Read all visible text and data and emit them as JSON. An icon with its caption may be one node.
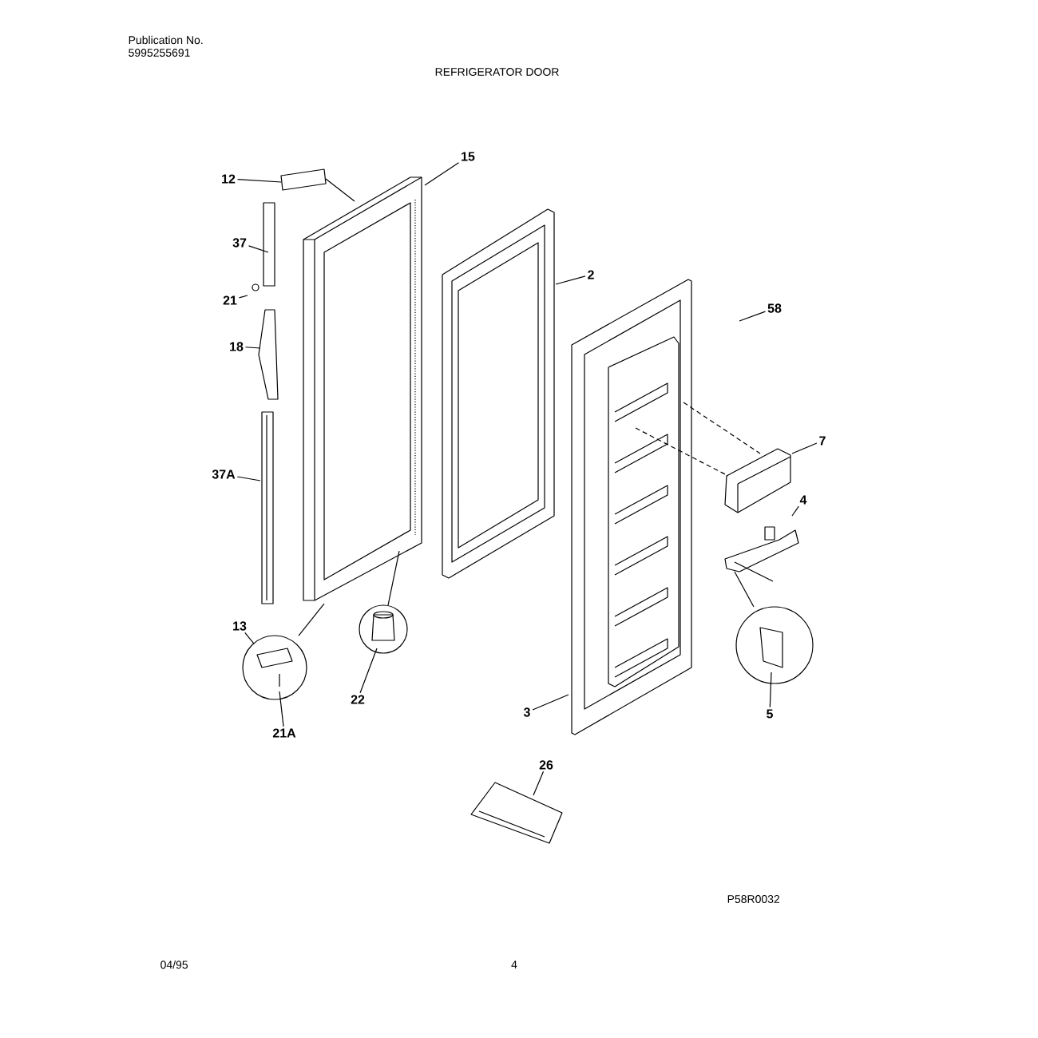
{
  "diagram": {
    "title": "REFRIGERATOR DOOR",
    "nodes": [
      {
        "text": [
          "12"
        ]
      },
      {
        "text": [
          "15"
        ]
      },
      {
        "text": [
          "37"
        ]
      },
      {
        "text": [
          "2"
        ]
      },
      {
        "text": [
          "21"
        ]
      },
      {
        "text": [
          "58"
        ]
      },
      {
        "text": [
          "18"
        ]
      },
      {
        "text": [
          "7"
        ]
      },
      {
        "text": [
          "4"
        ]
      },
      {
        "text": [
          "37A"
        ]
      },
      {
        "text": [
          "13"
        ]
      },
      {
        "text": [
          "22"
        ]
      },
      {
        "text": [
          "3"
        ]
      },
      {
        "text": [
          "5"
        ]
      },
      {
        "text": [
          "21A"
        ]
      },
      {
        "text": [
          "26"
        ]
      }
    ],
    "edges": [
      {
        "from": 0,
        "to": null,
        "arrow": "none"
      },
      {
        "from": 1,
        "to": null,
        "arrow": "none"
      },
      {
        "from": 2,
        "to": null,
        "arrow": "none"
      },
      {
        "from": 3,
        "to": null,
        "arrow": "none"
      },
      {
        "from": 4,
        "to": null,
        "arrow": "none"
      },
      {
        "from": 5,
        "to": null,
        "arrow": "none"
      },
      {
        "from": 6,
        "to": null,
        "arrow": "none"
      },
      {
        "from": 7,
        "to": null,
        "arrow": "none"
      },
      {
        "from": 8,
        "to": null,
        "arrow": "none"
      },
      {
        "from": 9,
        "to": null,
        "arrow": "none"
      },
      {
        "from": 10,
        "to": null,
        "arrow": "none"
      },
      {
        "from": 11,
        "to": null,
        "arrow": "none"
      },
      {
        "from": 12,
        "to": null,
        "arrow": "none"
      },
      {
        "from": 13,
        "to": null,
        "arrow": "none"
      },
      {
        "from": 14,
        "to": null,
        "arrow": "none"
      },
      {
        "from": 15,
        "to": null,
        "arrow": "none"
      }
    ],
    "labels": [
      "Publication No.",
      "5995255691",
      "P58R0032",
      "04/95",
      "4"
    ]
  }
}
